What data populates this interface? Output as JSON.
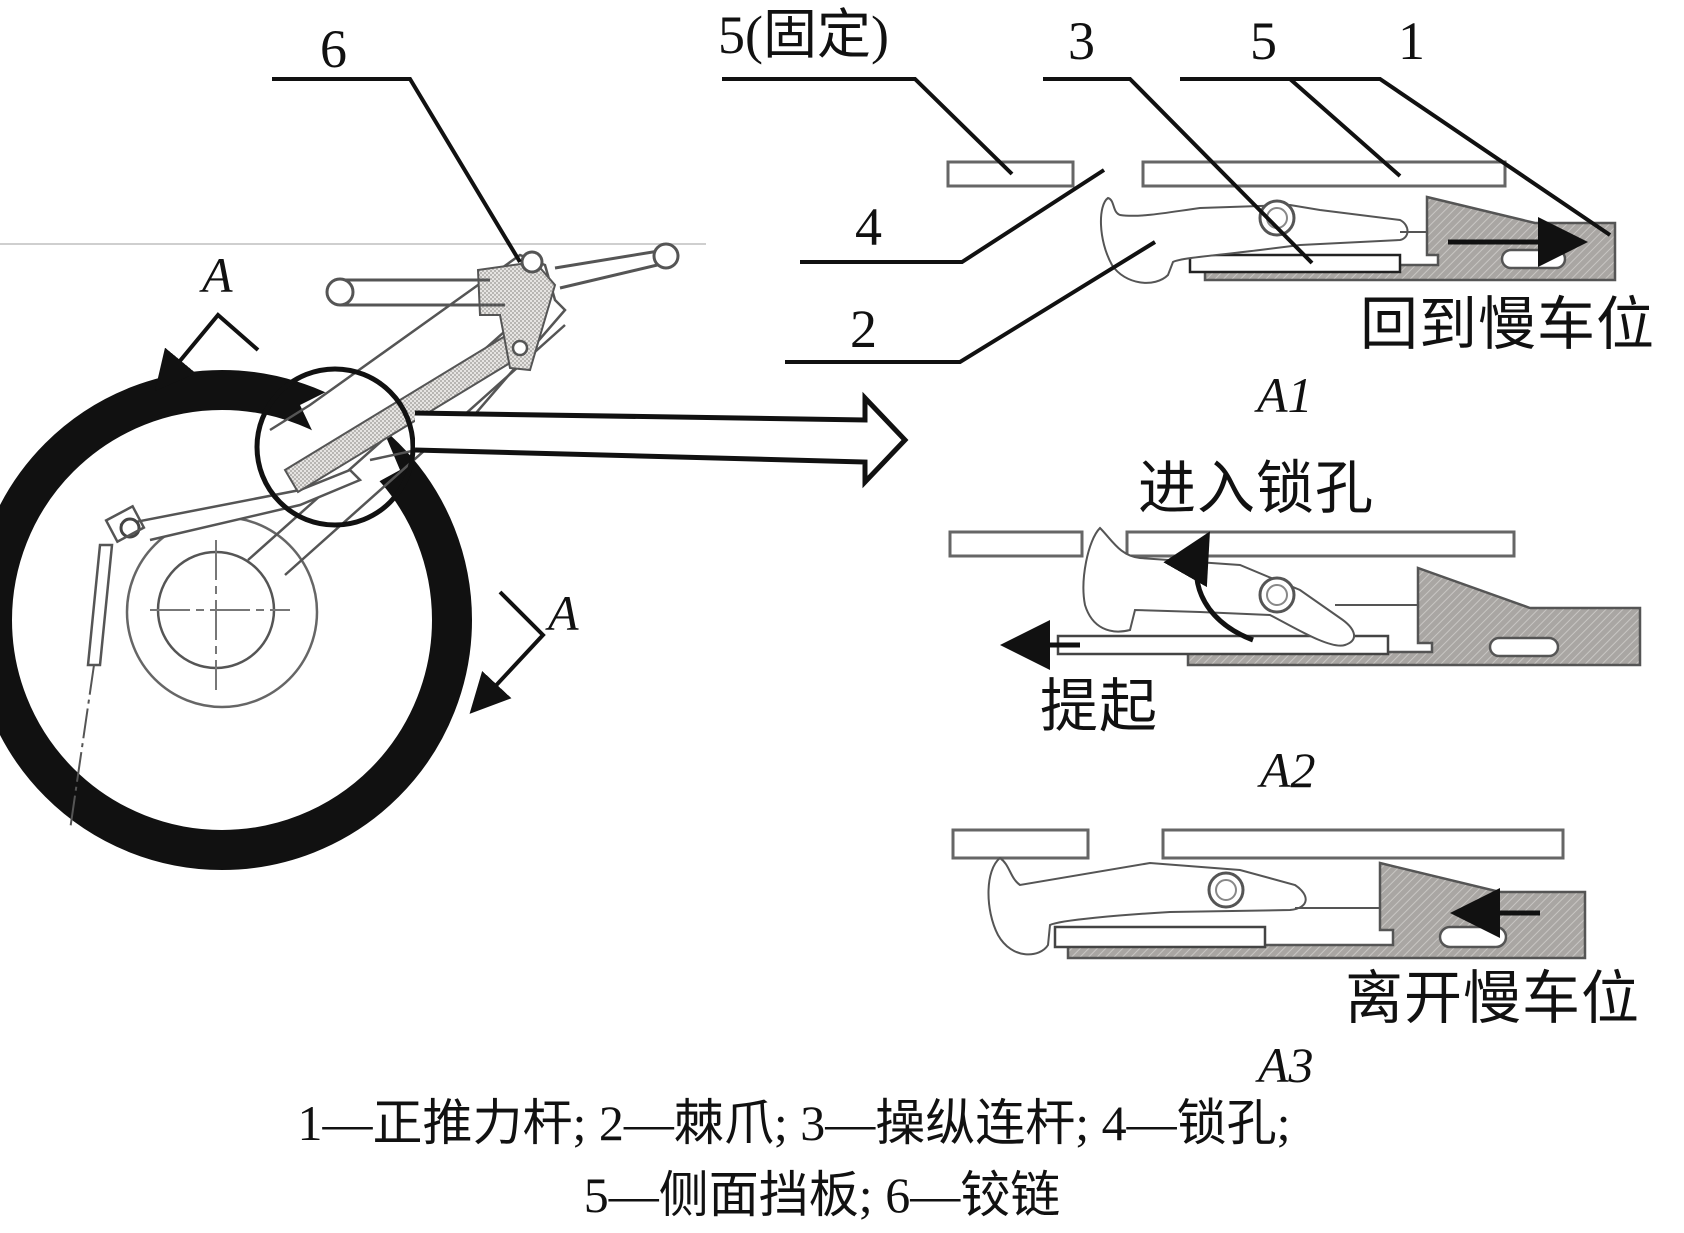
{
  "figure": {
    "main_view": {
      "label_hinge": "6",
      "section_label_top": "A",
      "section_label_right": "A"
    },
    "panel_A1": {
      "title": "A1",
      "callouts": {
        "fixed_plate": "5(固定)",
        "link": "3",
        "plate": "5",
        "push_rod": "1",
        "lock_hole": "4",
        "pawl": "2"
      },
      "annotation": "回到慢车位"
    },
    "panel_A2": {
      "title": "A2",
      "annotation_top": "进入锁孔",
      "annotation_bottom": "提起"
    },
    "panel_A3": {
      "title": "A3",
      "annotation": "离开慢车位"
    },
    "legend": {
      "line1": "1—正推力杆; 2—棘爪; 3—操纵连杆; 4—锁孔;",
      "line2": "5—侧面挡板; 6—铰链"
    },
    "colors": {
      "ink": "#111111",
      "part_fill": "#a9a6a3",
      "hatch_fill": "#d4d2cf",
      "outline": "#555555"
    }
  }
}
